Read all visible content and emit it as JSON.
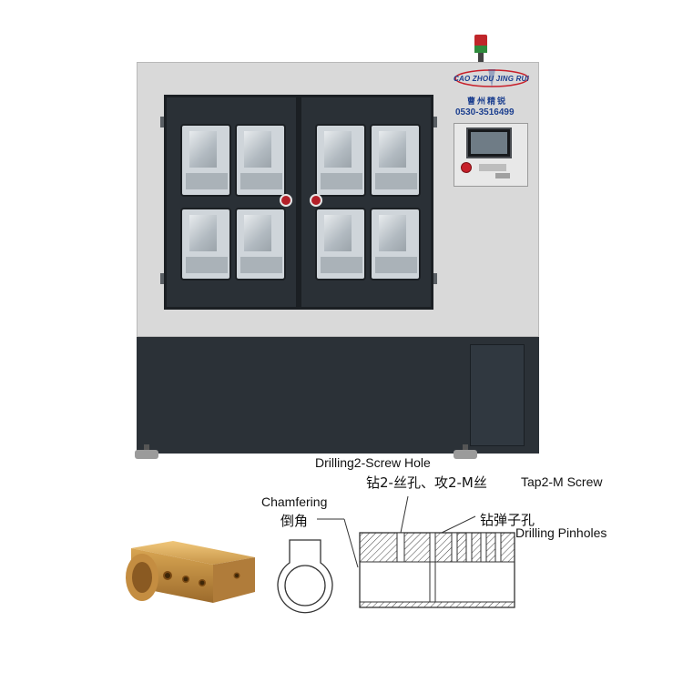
{
  "machine": {
    "brand": "CAO ZHOU JING RUI",
    "brand_cn": "曹州精锐",
    "phone": "0530-3516499"
  },
  "annotations": {
    "drilling_screw_hole_en": "Drilling2-Screw Hole",
    "drill_tap_cn": "钻2-丝孔、攻2-M丝",
    "tap_screw_en": "Tap2-M Screw",
    "chamfering_en": "Chamfering",
    "chamfering_cn": "倒角",
    "drill_pin_cn": "钻弹子孔",
    "drilling_pinholes_en": "Drilling Pinholes"
  },
  "colors": {
    "machine_upper": "#d9d9d9",
    "machine_lower": "#2b3137",
    "door_frame": "#2a3036",
    "brand_blue": "#1c3f8f",
    "brass": "#c8964a"
  },
  "icons": {
    "lamp": "signal-tower-lamp",
    "estop": "emergency-stop-button"
  }
}
